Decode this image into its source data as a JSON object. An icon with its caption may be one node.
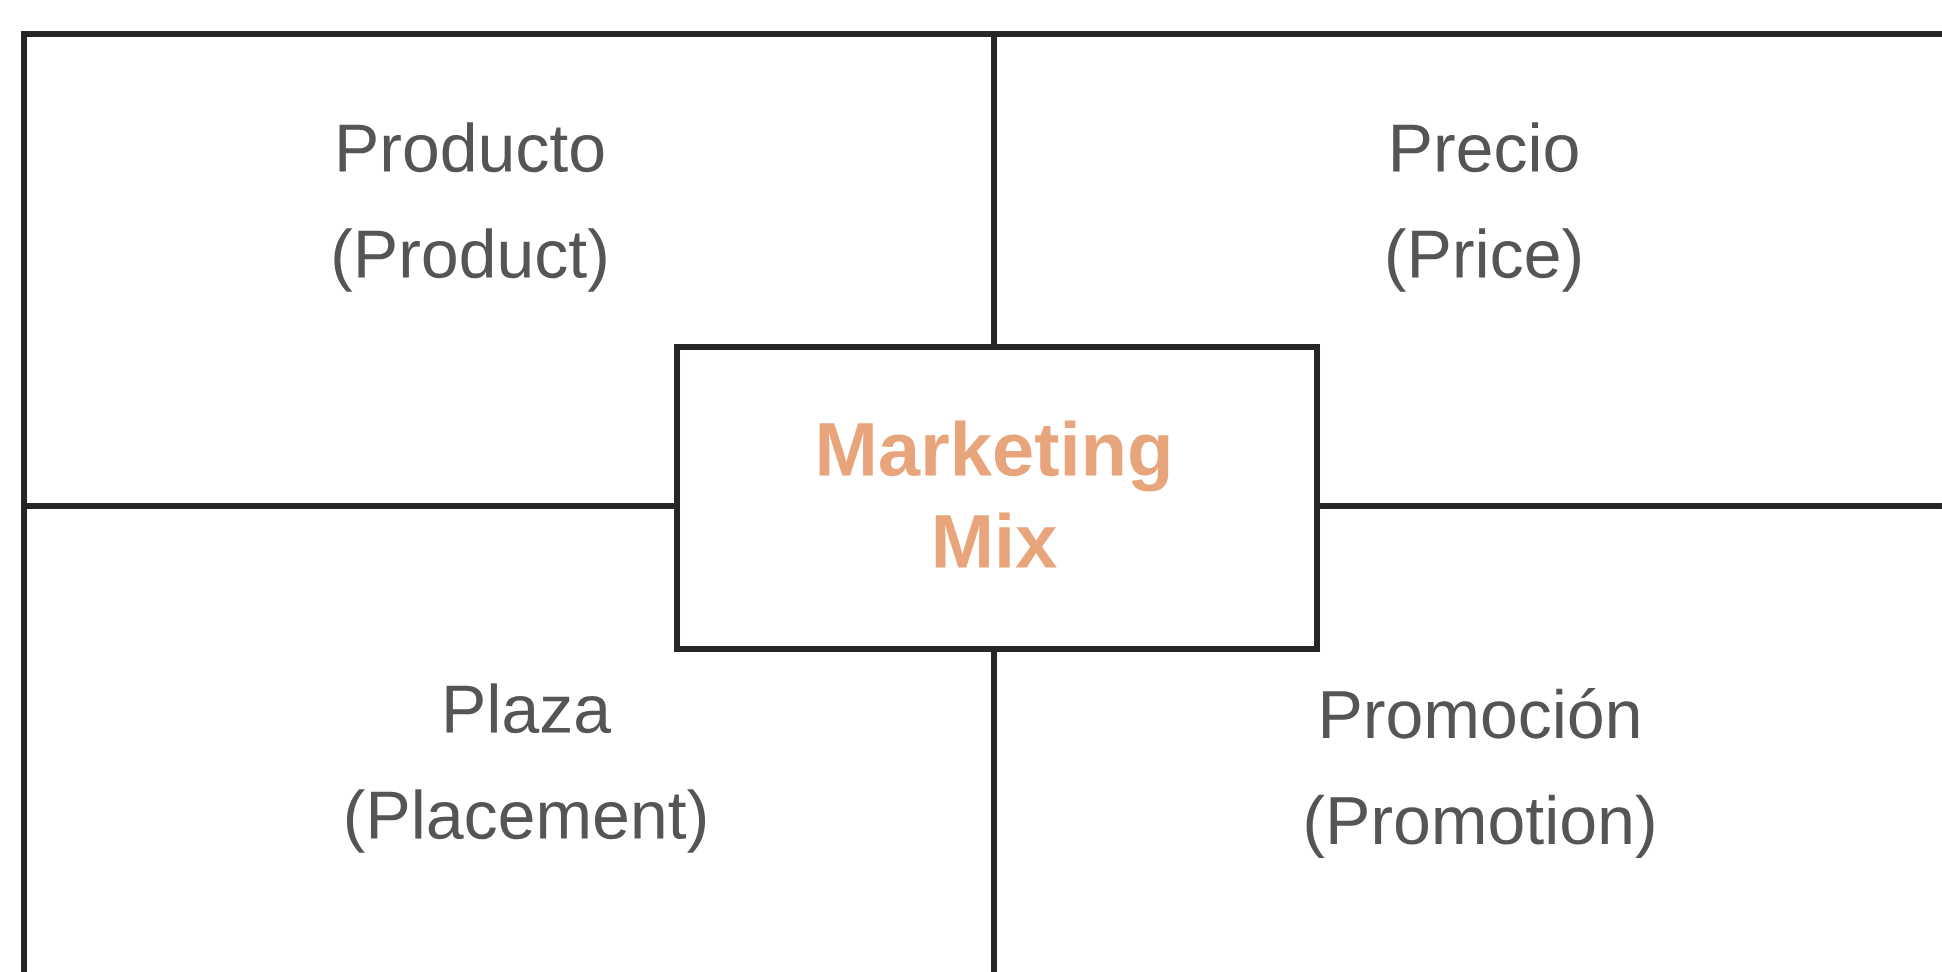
{
  "diagram": {
    "nodes": [
      {
        "text": [
          "Producto",
          "(Product)"
        ]
      },
      {
        "text": [
          "Precio",
          "(Price)"
        ]
      },
      {
        "text": [
          "Plaza",
          "(Placement)"
        ]
      },
      {
        "text": [
          "Promoción",
          "(Promotion)"
        ]
      },
      {
        "text": [
          "Marketing Mix"
        ]
      }
    ]
  }
}
